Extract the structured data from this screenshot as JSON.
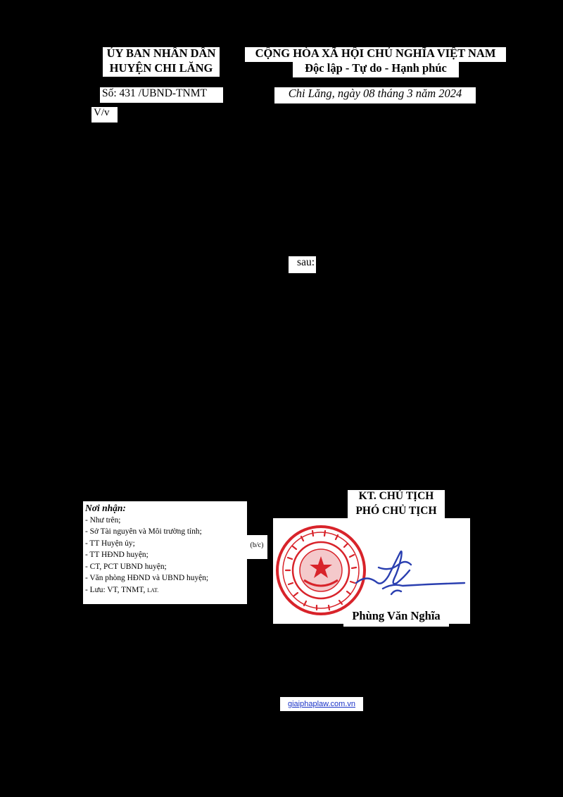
{
  "header": {
    "org_line1": "ỦY BAN NHÂN DÂN",
    "org_line2": "HUYỆN CHI LĂNG",
    "nation_line1": "CỘNG HÒA XÃ HỘI CHỦ NGHĨA VIỆT NAM",
    "nation_line2": "Độc lập - Tự do - Hạnh phúc",
    "doc_number": "Số: 431 /UBND-TNMT",
    "place_date": "Chi Lăng, ngày 08 tháng 3 năm 2024",
    "subject_fragment": "V/v"
  },
  "body": {
    "fragment": "sau:"
  },
  "signature": {
    "title_line1": "KT. CHỦ TỊCH",
    "title_line2": "PHÓ CHỦ TỊCH",
    "name": "Phùng Văn Nghĩa",
    "bc_note": "(b/c)"
  },
  "recipients": {
    "heading": "Nơi nhận:",
    "items": [
      "- Như trên;",
      "- Sở Tài nguyên và Môi trường tỉnh;",
      "- TT Huyện ủy;",
      "- TT HĐND huyện;",
      "- CT, PCT UBND huyện;",
      "- Văn phòng HĐND và UBND huyện;",
      "- Lưu: VT, TNMT,"
    ],
    "last_suffix": "LAT."
  },
  "footer": {
    "link": "giaiphaplaw.com.vn"
  },
  "colors": {
    "background": "#000000",
    "text_box": "#ffffff",
    "seal_red": "#d8232a",
    "signature_blue": "#2a3fb0",
    "link_blue": "#1a33c8"
  }
}
